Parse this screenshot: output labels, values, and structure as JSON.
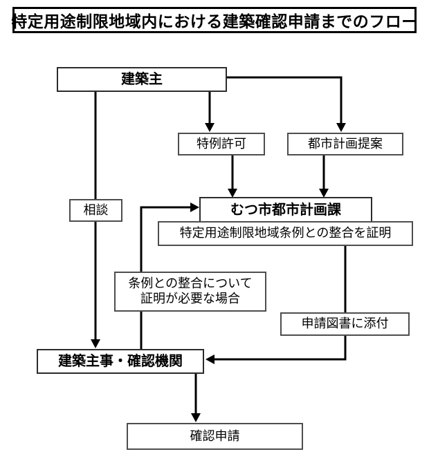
{
  "title": "特定用途制限地域内における建築確認申請までのフロー",
  "nodes": {
    "owner": "建築主",
    "special_permission": "特例許可",
    "city_plan_proposal": "都市計画提案",
    "consultation": "相談",
    "mutsu_city_planning_division": "むつ市都市計画課",
    "certify_conformity": "特定用途制限地域条例との整合を証明",
    "note_line1": "条例との整合について",
    "note_line2": "証明が必要な場合",
    "attach_to_documents": "申請図書に添付",
    "building_official": "建築主事・確認機関",
    "confirmation_application": "確認申請"
  },
  "colors": {
    "line": "#000000",
    "box_border": "#4d4d4d",
    "strong_border": "#2b2b2b",
    "title_border": "#000000",
    "background": "#ffffff",
    "text": "#000000"
  }
}
